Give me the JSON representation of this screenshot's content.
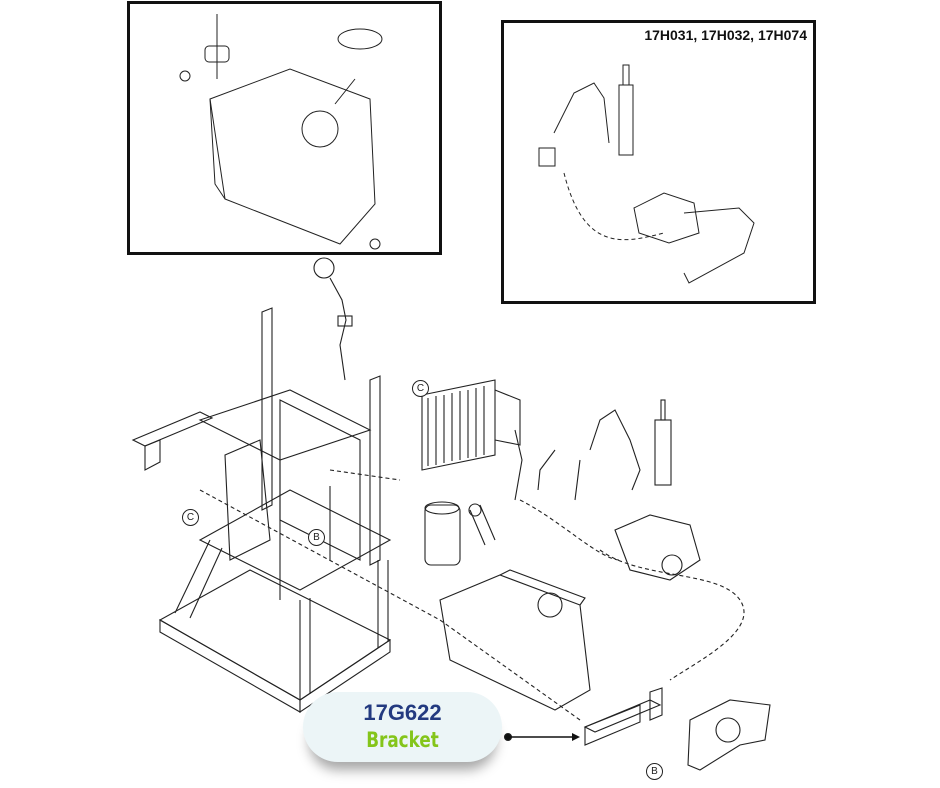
{
  "inset_top_right": {
    "title": "17H031, 17H032, 17H074"
  },
  "callouts": [
    {
      "letter": "C"
    },
    {
      "letter": "C"
    },
    {
      "letter": "B"
    },
    {
      "letter": "B"
    }
  ],
  "label": {
    "part_number": "17G622",
    "name": "Bracket"
  },
  "colors": {
    "part_number": "#233a80",
    "name": "#84c51a",
    "pill_bg": "#ecf5f7"
  }
}
